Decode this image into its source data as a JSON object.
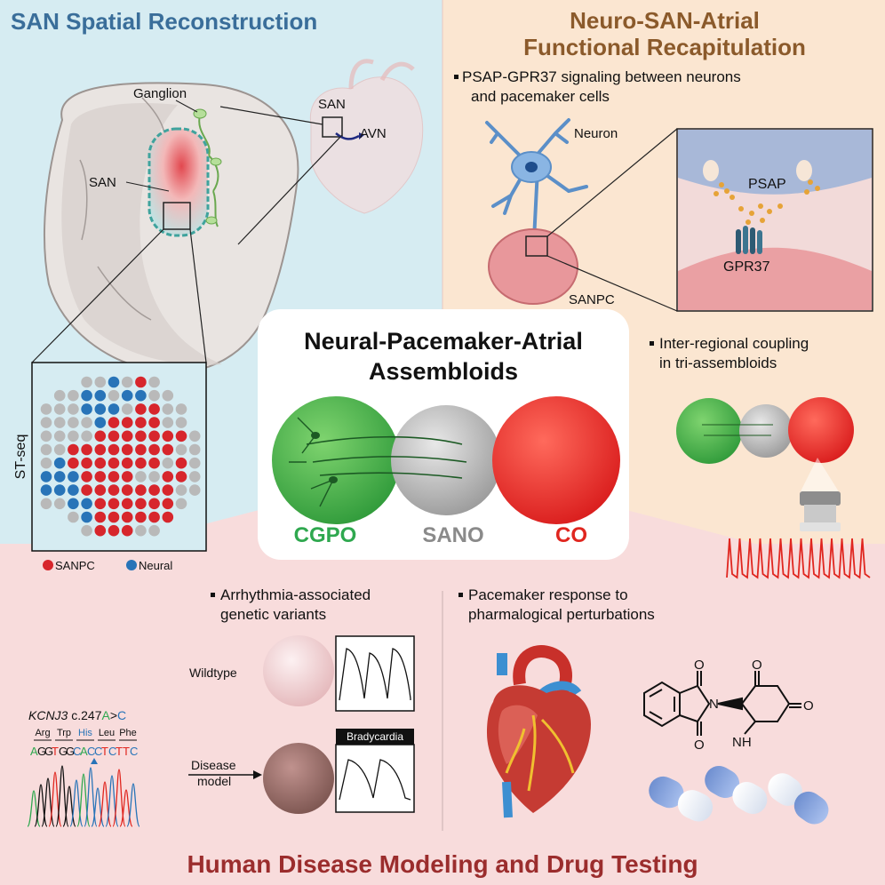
{
  "colors": {
    "blue_panel": "#d6ecf2",
    "orange_panel": "#fbe6d1",
    "pink_panel": "#f8dcdc",
    "title_blue": "#3a6e9a",
    "title_brown": "#8b5a2b",
    "title_maroon": "#9b2d2d",
    "cgpo_green": "#2fa84f",
    "sano_gray": "#8a8a8a",
    "co_red": "#e0261f",
    "sanpc_red": "#d7262c",
    "neural_blue": "#2874b8",
    "spot_gray": "#b9b9b9"
  },
  "panels": {
    "spatial": {
      "title": "SAN Spatial Reconstruction",
      "ganglion_label": "Ganglion",
      "san_label": "SAN",
      "san_label_heart": "SAN",
      "avn_label": "AVN",
      "stseq_label": "ST-seq",
      "legend": [
        {
          "label": "SANPC",
          "color": "#d7262c"
        },
        {
          "label": "Neural",
          "color": "#2874b8"
        }
      ],
      "spot_map": [
        "___ooNoRo___",
        "_ooNNoNNoo__",
        "oooNNNoRRoo_",
        "ooooNRRRRoo_",
        "ooooRRRRRRRo",
        "ooRRRRRRRRoo",
        "oNRRRRRRRoRo",
        "NNNRRRRooRRo",
        "NNNRRRRRRRoo",
        "ooNNRRRRRRo_",
        "__oNRRRRRR__",
        "___oRRRoo___"
      ]
    },
    "neuro": {
      "title_line1": "Neuro-SAN-Atrial",
      "title_line2": "Functional Recapitulation",
      "bullet1_line1": "PSAP-GPR37 signaling between neurons",
      "bullet1_line2": "and pacemaker cells",
      "neuron_label": "Neuron",
      "psap_label": "PSAP",
      "gpr37_label": "GPR37",
      "sanpc_label": "SANPC",
      "bullet2_line1": "Inter-regional coupling",
      "bullet2_line2": "in tri-assembloids"
    },
    "center": {
      "title_line1": "Neural-Pacemaker-Atrial",
      "title_line2": "Assembloids",
      "organoids": [
        {
          "label": "CGPO",
          "color": "#2fa84f"
        },
        {
          "label": "SANO",
          "color": "#8a8a8a"
        },
        {
          "label": "CO",
          "color": "#e0261f"
        }
      ]
    },
    "disease": {
      "title": "Human Disease Modeling and Drug Testing",
      "bullet_a_line1": "Arrhythmia-associated",
      "bullet_a_line2": "genetic variants",
      "wildtype_label": "Wildtype",
      "disease_line1": "Disease",
      "disease_line2": "model",
      "bradycardia_label": "Bradycardia",
      "variant": {
        "gene": "KCNJ3",
        "change_prefix": " c.247",
        "ref": "A",
        "arrow": ">",
        "alt": "C",
        "amino_acids": [
          "Arg",
          "Trp",
          "His",
          "Leu",
          "Phe"
        ],
        "bases": [
          "A",
          "G",
          "G",
          "T",
          "G",
          "G",
          "C",
          "A",
          "C",
          "C",
          "T",
          "C",
          "T",
          "T",
          "C"
        ]
      },
      "bullet_b_line1": "Pacemaker response to",
      "bullet_b_line2": "pharmalogical perturbations",
      "mol_o1": "O",
      "mol_o2": "O",
      "mol_o3": "O",
      "mol_o4": "O",
      "mol_n1": "N",
      "mol_n2": "N",
      "mol_h": "H"
    }
  }
}
